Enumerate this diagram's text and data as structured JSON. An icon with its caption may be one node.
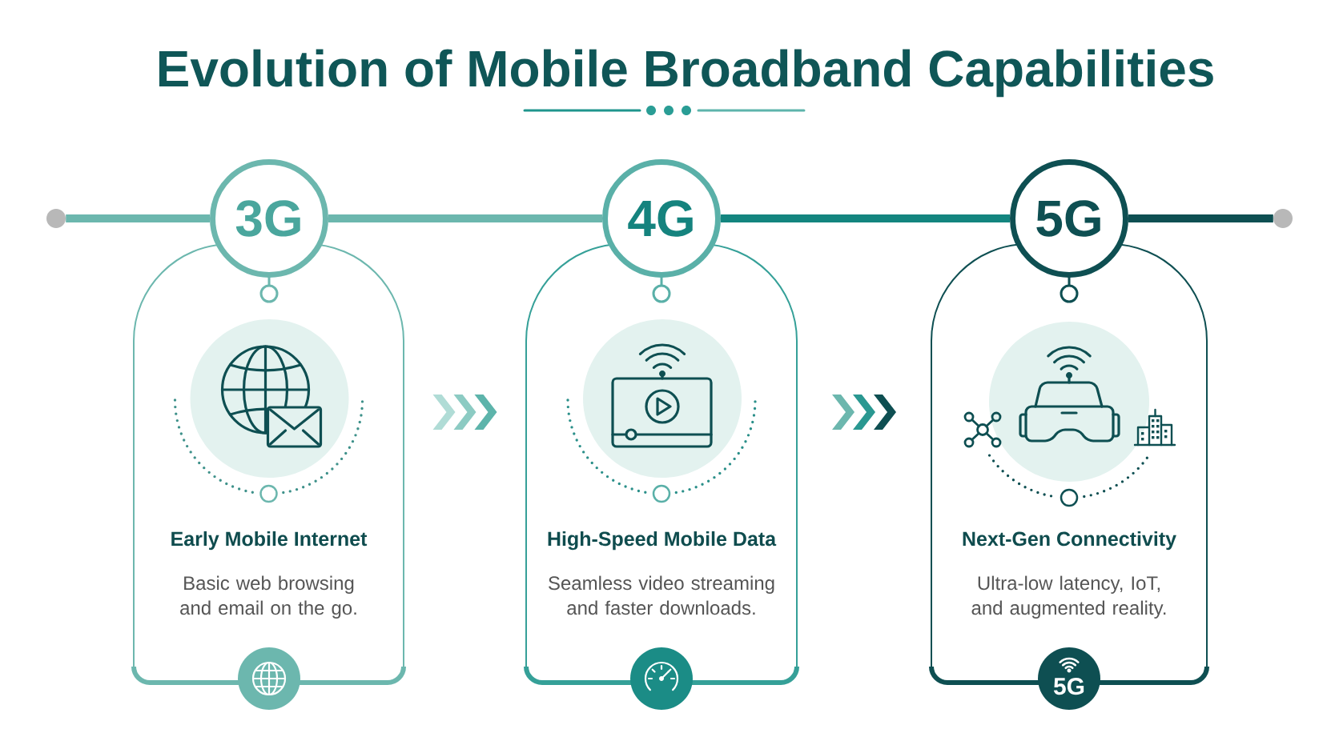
{
  "diagram": {
    "title": "Evolution of Mobile Broadband Capabilities",
    "nodes": [
      {
        "text": [],
        "shape": "circle"
      },
      {
        "text": [
          "3G"
        ]
      },
      {
        "text": [
          "4G"
        ]
      },
      {
        "text": [
          "5G"
        ]
      },
      {
        "text": [],
        "shape": "circle"
      },
      {
        "text": [
          "Early Mobile Internet",
          "Basic web browsing and email on the go."
        ]
      },
      {
        "text": [
          "High-Speed Mobile Data",
          "Seamless video streaming and faster downloads."
        ]
      },
      {
        "text": [
          "Next-Gen Connectivity",
          "Ultra-low latency, IoT, and augmented reality."
        ]
      },
      {
        "text": [],
        "shape": "circle"
      },
      {
        "text": [],
        "shape": "circle"
      },
      {
        "text": [
          "5G"
        ]
      }
    ],
    "edges": [
      {
        "from": 0,
        "to": 1,
        "arrow": "none"
      },
      {
        "from": 1,
        "to": 2,
        "arrow": "none"
      },
      {
        "from": 2,
        "to": 3,
        "arrow": "none",
        "color": "#13857f"
      },
      {
        "from": 3,
        "to": 4,
        "arrow": "none",
        "color": "#0e4f52"
      },
      {
        "from": 5,
        "to": 6,
        "arrow": "to",
        "color": "#8ccbc3"
      },
      {
        "from": 6,
        "to": 7,
        "arrow": "to",
        "color": "#2a9891"
      }
    ]
  }
}
